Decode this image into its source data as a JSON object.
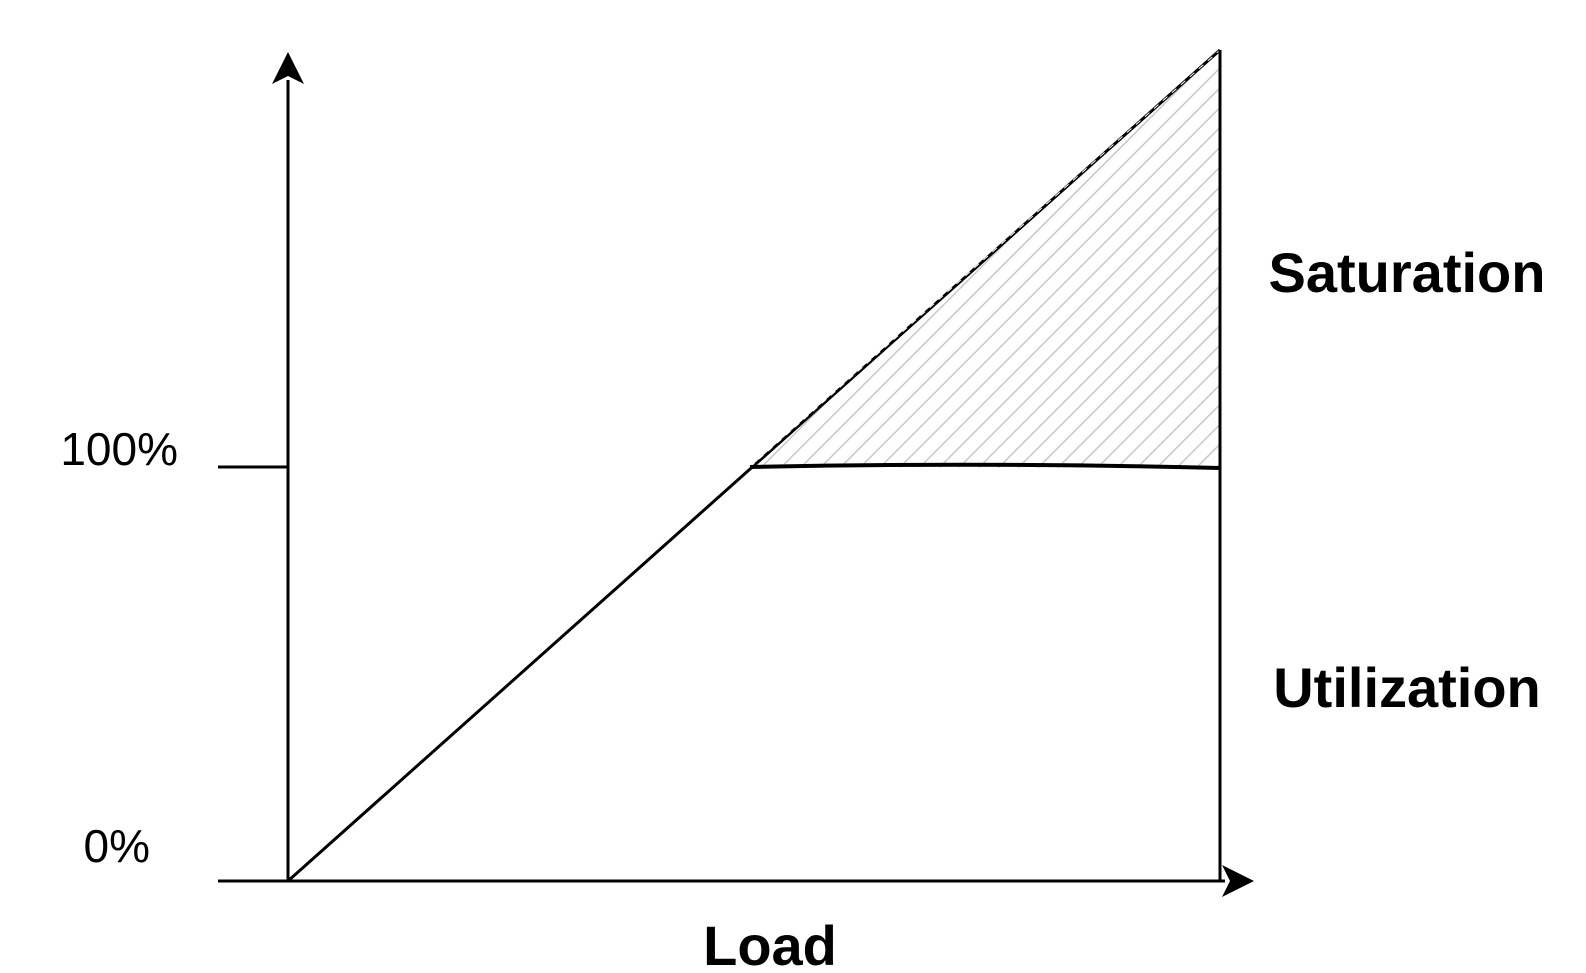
{
  "labels": {
    "tick_top": "100%",
    "tick_bottom": "0%",
    "saturation": "Saturation",
    "utilization": "Utilization",
    "x_axis": "Load"
  },
  "colors": {
    "line": "#000000",
    "hatch": "#c8c8c8",
    "background": "#ffffff"
  }
}
